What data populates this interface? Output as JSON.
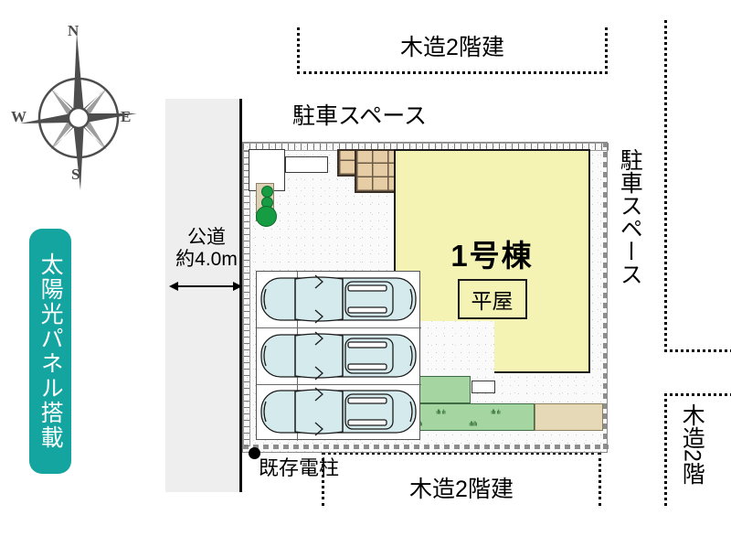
{
  "compass": {
    "north": "N",
    "east": "E",
    "south": "S",
    "west": "W",
    "color": "#4d4d4d"
  },
  "solar_badge": {
    "text": "太陽光パネル搭載",
    "background": "#14a5a0",
    "text_color": "#ffffff"
  },
  "road": {
    "name": "公道",
    "width_label": "約4.0m",
    "color": "#eeeeee"
  },
  "neighbors": {
    "top": "木造2階建",
    "bottom": "木造2階建",
    "right_lower": "木造2階"
  },
  "parking_labels": {
    "top": "駐車スペース",
    "right": "駐車スペース"
  },
  "building": {
    "name": "1号棟",
    "type": "平屋",
    "fill": "#f4f3b4",
    "outline": "#1a1a1a"
  },
  "utility_pole": {
    "label": "既存電柱",
    "marker": "●"
  },
  "site_features": {
    "gravel_color": "#fafafa",
    "lawn_color": "#a5d6a2",
    "terrace_color": "#e6cda5",
    "pad_color": "#e6d9b8",
    "car_color": "#d5eaec",
    "shrub_color": "#169c42"
  },
  "cars": [
    {
      "id": "car-1"
    },
    {
      "id": "car-2"
    },
    {
      "id": "car-3"
    }
  ]
}
